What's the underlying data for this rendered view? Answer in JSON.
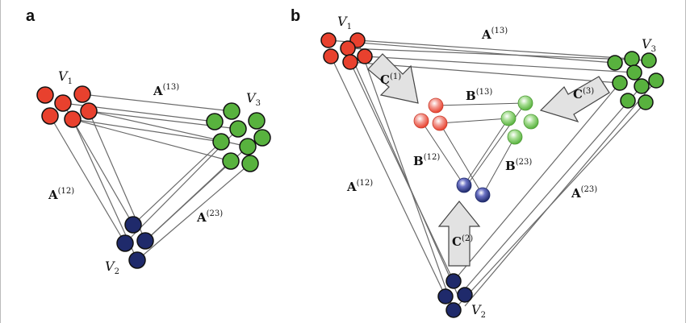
{
  "panel_a": {
    "label": "a",
    "v1": {
      "main": "V",
      "sub": "1"
    },
    "v2": {
      "main": "V",
      "sub": "2"
    },
    "v3": {
      "main": "V",
      "sub": "3"
    },
    "a13": {
      "main": "A",
      "sup": "(13)"
    },
    "a12": {
      "main": "A",
      "sup": "(12)"
    },
    "a23": {
      "main": "A",
      "sup": "(23)"
    }
  },
  "panel_b": {
    "label": "b",
    "v1": {
      "main": "V",
      "sub": "1"
    },
    "v2": {
      "main": "V",
      "sub": "2"
    },
    "v3": {
      "main": "V",
      "sub": "3"
    },
    "a13": {
      "main": "A",
      "sup": "(13)"
    },
    "a12": {
      "main": "A",
      "sup": "(12)"
    },
    "a23": {
      "main": "A",
      "sup": "(23)"
    },
    "b13": {
      "main": "B",
      "sup": "(13)"
    },
    "b12": {
      "main": "B",
      "sup": "(12)"
    },
    "b23": {
      "main": "B",
      "sup": "(23)"
    },
    "c1": {
      "main": "C",
      "sup": "(1)"
    },
    "c2": {
      "main": "C",
      "sup": "(2)"
    },
    "c3": {
      "main": "C",
      "sup": "(3)"
    }
  },
  "colors": {
    "group1": "#e8412e",
    "group2": "#1f2a6b",
    "group3": "#58b23e",
    "group1_light": "#f08a80",
    "group2_light": "#5b62b0",
    "group3_light": "#8fd07a"
  }
}
